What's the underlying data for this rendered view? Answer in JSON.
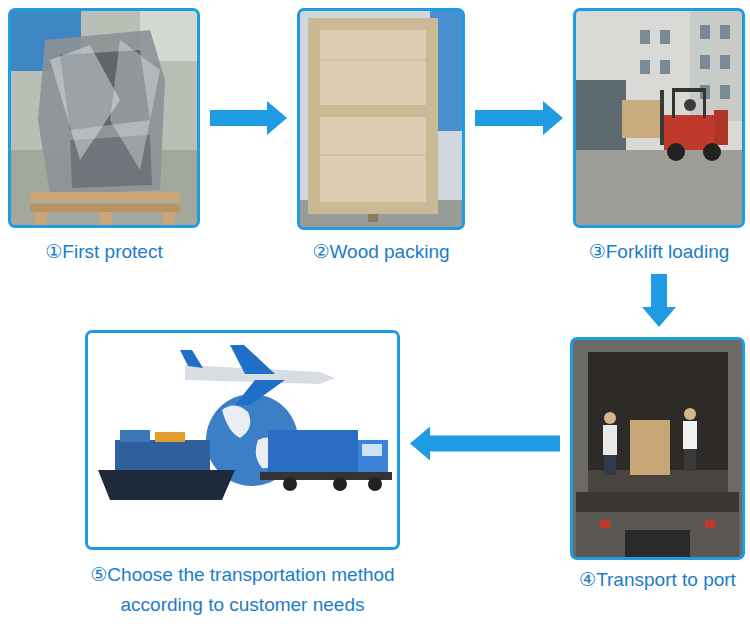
{
  "diagram": {
    "nodes": [
      {
        "text": [
          "①First protect"
        ]
      },
      {
        "text": [
          "②Wood packing"
        ]
      },
      {
        "text": [
          "③Forklift loading"
        ]
      },
      {
        "text": [
          "④Transport to port"
        ]
      },
      {
        "text": [
          "⑤Choose the transportation method according to customer needs"
        ]
      }
    ],
    "edges": [
      {
        "from": 0,
        "to": 1,
        "arrow": "to"
      },
      {
        "from": 1,
        "to": 2,
        "arrow": "to"
      },
      {
        "from": 2,
        "to": 3,
        "arrow": "to"
      },
      {
        "from": 3,
        "to": 4,
        "arrow": "to"
      }
    ]
  }
}
